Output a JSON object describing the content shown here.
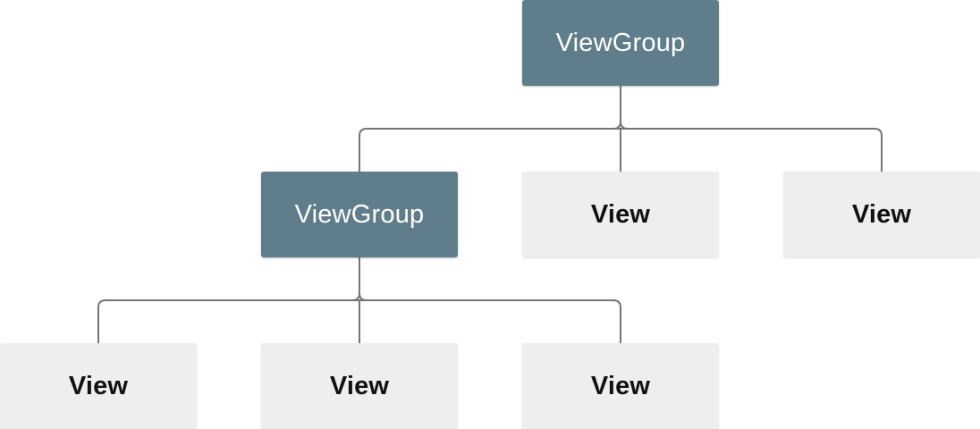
{
  "diagram": {
    "root": {
      "label": "ViewGroup",
      "kind": "viewgroup"
    },
    "level1": [
      {
        "label": "ViewGroup",
        "kind": "viewgroup"
      },
      {
        "label": "View",
        "kind": "view"
      },
      {
        "label": "View",
        "kind": "view"
      }
    ],
    "level2": [
      {
        "label": "View",
        "kind": "view"
      },
      {
        "label": "View",
        "kind": "view"
      },
      {
        "label": "View",
        "kind": "view"
      }
    ]
  },
  "colors": {
    "viewgroup_fill": "#607d8b",
    "viewgroup_text": "#ffffff",
    "view_fill": "#eeeeee",
    "view_text": "#111111",
    "connector": "#757575"
  }
}
